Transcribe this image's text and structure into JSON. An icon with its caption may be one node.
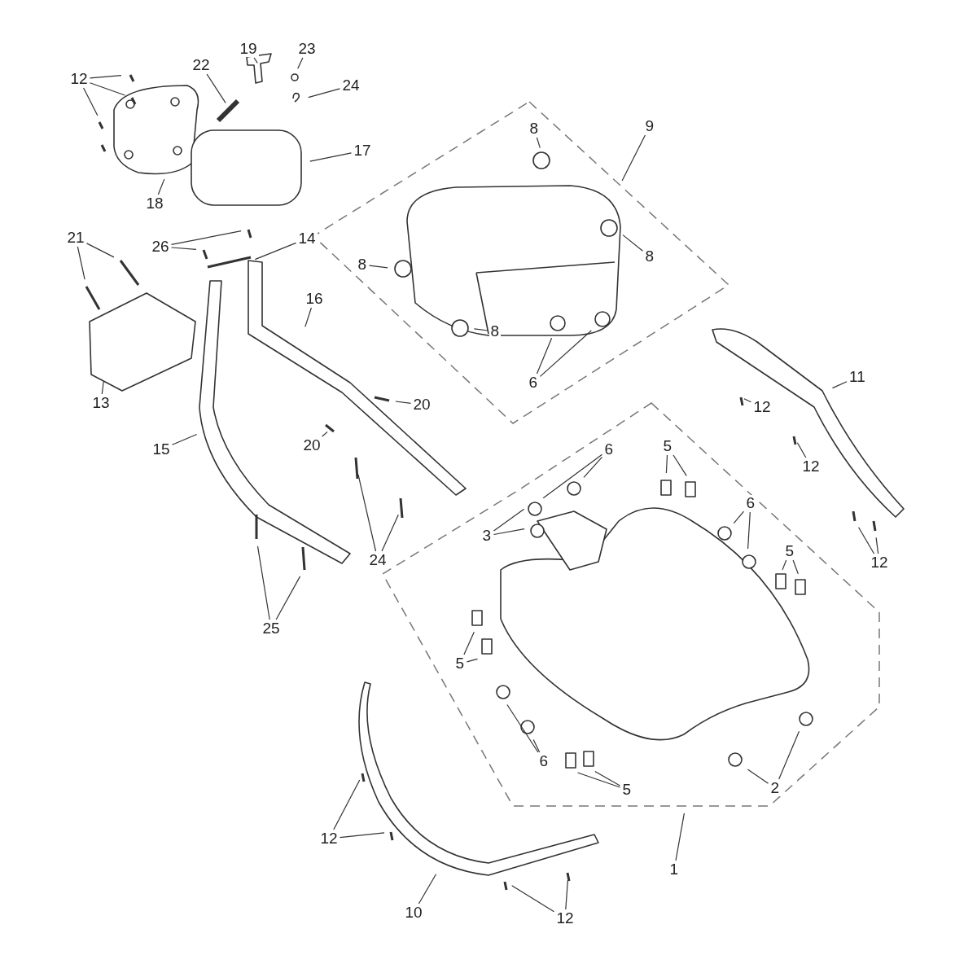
{
  "diagram": {
    "nodes": [
      {
        "text": [
          "12"
        ]
      },
      {
        "text": [
          "22"
        ]
      },
      {
        "text": [
          "19"
        ]
      },
      {
        "text": [
          "23"
        ]
      },
      {
        "text": [
          "24"
        ]
      },
      {
        "text": [
          "9"
        ]
      },
      {
        "text": [
          "8"
        ]
      },
      {
        "text": [
          "17"
        ]
      },
      {
        "text": [
          "18"
        ]
      },
      {
        "text": [
          "21"
        ]
      },
      {
        "text": [
          "26"
        ]
      },
      {
        "text": [
          "14"
        ]
      },
      {
        "text": [
          "8"
        ]
      },
      {
        "text": [
          "8"
        ]
      },
      {
        "text": [
          "16"
        ]
      },
      {
        "text": [
          "8"
        ]
      },
      {
        "text": [
          "6"
        ]
      },
      {
        "text": [
          "12"
        ]
      },
      {
        "text": [
          "11"
        ]
      },
      {
        "text": [
          "20"
        ]
      },
      {
        "text": [
          "13"
        ]
      },
      {
        "text": [
          "15"
        ]
      },
      {
        "text": [
          "20"
        ]
      },
      {
        "text": [
          "6"
        ]
      },
      {
        "text": [
          "5"
        ]
      },
      {
        "text": [
          "12"
        ]
      },
      {
        "text": [
          "6"
        ]
      },
      {
        "text": [
          "3"
        ]
      },
      {
        "text": [
          "24"
        ]
      },
      {
        "text": [
          "12"
        ]
      },
      {
        "text": [
          "5"
        ]
      },
      {
        "text": [
          "25"
        ]
      },
      {
        "text": [
          "5"
        ]
      },
      {
        "text": [
          "6"
        ]
      },
      {
        "text": [
          "5"
        ]
      },
      {
        "text": [
          "2"
        ]
      },
      {
        "text": [
          "12"
        ]
      },
      {
        "text": [
          "1"
        ]
      },
      {
        "text": [
          "10"
        ]
      },
      {
        "text": [
          "12"
        ]
      }
    ],
    "edges": [
      {
        "from": 0,
        "to": null,
        "arrow": "none"
      },
      {
        "from": 0,
        "to": null,
        "arrow": "none"
      },
      {
        "from": 0,
        "to": null,
        "arrow": "none"
      },
      {
        "from": 1,
        "to": null,
        "arrow": "none"
      },
      {
        "from": 2,
        "to": null,
        "arrow": "none"
      },
      {
        "from": 3,
        "to": null,
        "arrow": "none"
      },
      {
        "from": 4,
        "to": null,
        "arrow": "none"
      },
      {
        "from": 5,
        "to": null,
        "arrow": "none"
      },
      {
        "from": 6,
        "to": null,
        "arrow": "none"
      },
      {
        "from": 7,
        "to": null,
        "arrow": "none"
      },
      {
        "from": 8,
        "to": null,
        "arrow": "none"
      },
      {
        "from": 9,
        "to": null,
        "arrow": "none"
      },
      {
        "from": 9,
        "to": null,
        "arrow": "none"
      },
      {
        "from": 10,
        "to": null,
        "arrow": "none"
      },
      {
        "from": 10,
        "to": null,
        "arrow": "none"
      },
      {
        "from": 11,
        "to": null,
        "arrow": "none"
      },
      {
        "from": 12,
        "to": null,
        "arrow": "none"
      },
      {
        "from": 13,
        "to": null,
        "arrow": "none"
      },
      {
        "from": 14,
        "to": null,
        "arrow": "none"
      },
      {
        "from": 15,
        "to": null,
        "arrow": "none"
      },
      {
        "from": 16,
        "to": null,
        "arrow": "none"
      },
      {
        "from": 16,
        "to": null,
        "arrow": "none"
      },
      {
        "from": 17,
        "to": null,
        "arrow": "none"
      },
      {
        "from": 18,
        "to": null,
        "arrow": "none"
      },
      {
        "from": 19,
        "to": null,
        "arrow": "none"
      },
      {
        "from": 20,
        "to": null,
        "arrow": "none"
      },
      {
        "from": 21,
        "to": null,
        "arrow": "none"
      },
      {
        "from": 22,
        "to": null,
        "arrow": "none"
      },
      {
        "from": 23,
        "to": null,
        "arrow": "none"
      },
      {
        "from": 23,
        "to": null,
        "arrow": "none"
      },
      {
        "from": 24,
        "to": null,
        "arrow": "none"
      },
      {
        "from": 24,
        "to": null,
        "arrow": "none"
      },
      {
        "from": 25,
        "to": null,
        "arrow": "none"
      },
      {
        "from": 26,
        "to": null,
        "arrow": "none"
      },
      {
        "from": 26,
        "to": null,
        "arrow": "none"
      },
      {
        "from": 27,
        "to": null,
        "arrow": "none"
      },
      {
        "from": 27,
        "to": null,
        "arrow": "none"
      },
      {
        "from": 28,
        "to": null,
        "arrow": "none"
      },
      {
        "from": 28,
        "to": null,
        "arrow": "none"
      },
      {
        "from": 29,
        "to": null,
        "arrow": "none"
      },
      {
        "from": 29,
        "to": null,
        "arrow": "none"
      },
      {
        "from": 30,
        "to": null,
        "arrow": "none"
      },
      {
        "from": 30,
        "to": null,
        "arrow": "none"
      },
      {
        "from": 31,
        "to": null,
        "arrow": "none"
      },
      {
        "from": 31,
        "to": null,
        "arrow": "none"
      },
      {
        "from": 32,
        "to": null,
        "arrow": "none"
      },
      {
        "from": 32,
        "to": null,
        "arrow": "none"
      },
      {
        "from": 33,
        "to": null,
        "arrow": "none"
      },
      {
        "from": 33,
        "to": null,
        "arrow": "none"
      },
      {
        "from": 34,
        "to": null,
        "arrow": "none"
      },
      {
        "from": 34,
        "to": null,
        "arrow": "none"
      },
      {
        "from": 35,
        "to": null,
        "arrow": "none"
      },
      {
        "from": 35,
        "to": null,
        "arrow": "none"
      },
      {
        "from": 36,
        "to": null,
        "arrow": "none"
      },
      {
        "from": 36,
        "to": null,
        "arrow": "none"
      },
      {
        "from": 37,
        "to": null,
        "arrow": "none"
      },
      {
        "from": 38,
        "to": null,
        "arrow": "none"
      },
      {
        "from": 39,
        "to": null,
        "arrow": "none"
      },
      {
        "from": 39,
        "to": null,
        "arrow": "none"
      }
    ]
  }
}
